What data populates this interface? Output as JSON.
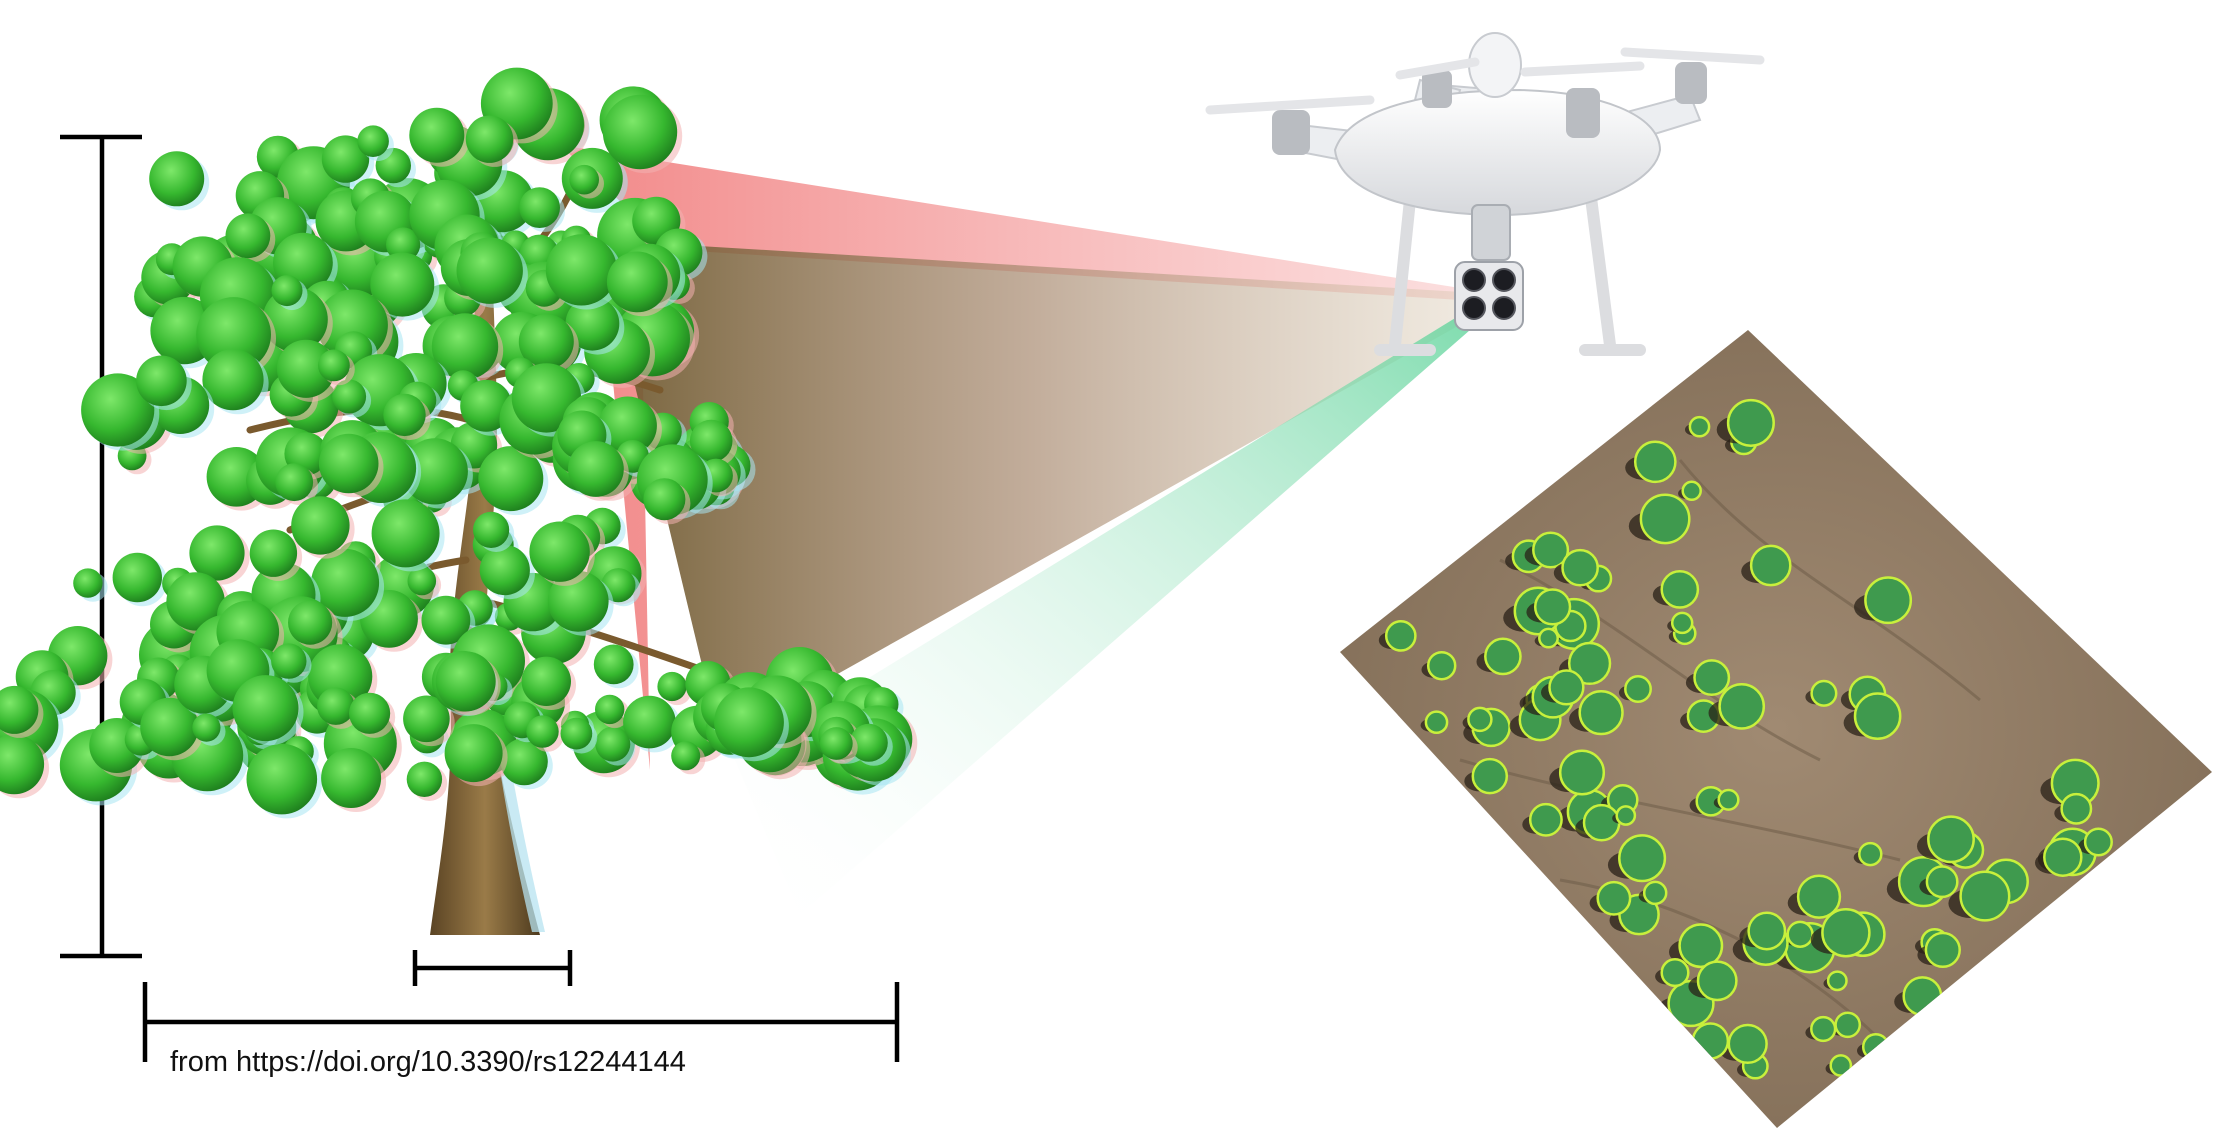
{
  "caption": "from https://doi.org/10.3390/rs12244144",
  "colors": {
    "background": "#ffffff",
    "scale_bar": "#000000",
    "foliage": "#3cc43a",
    "foliage_dark": "#1f7d1f",
    "trunk": "#8a6a3c",
    "red_beam": "#f28a8a",
    "green_beam": "#7fe0b0",
    "drone_body": "#f1f2f4",
    "ground": "#8f7a62",
    "crown_fill": "#3f9a4e",
    "crown_outline": "#c8f03c"
  },
  "icons": {
    "tree": "pine-tree-illustration",
    "drone": "multispectral-drone",
    "camera": "multispectral-camera-icon",
    "orthomosaic": "aerial-orthomosaic-with-crown-segmentation"
  }
}
